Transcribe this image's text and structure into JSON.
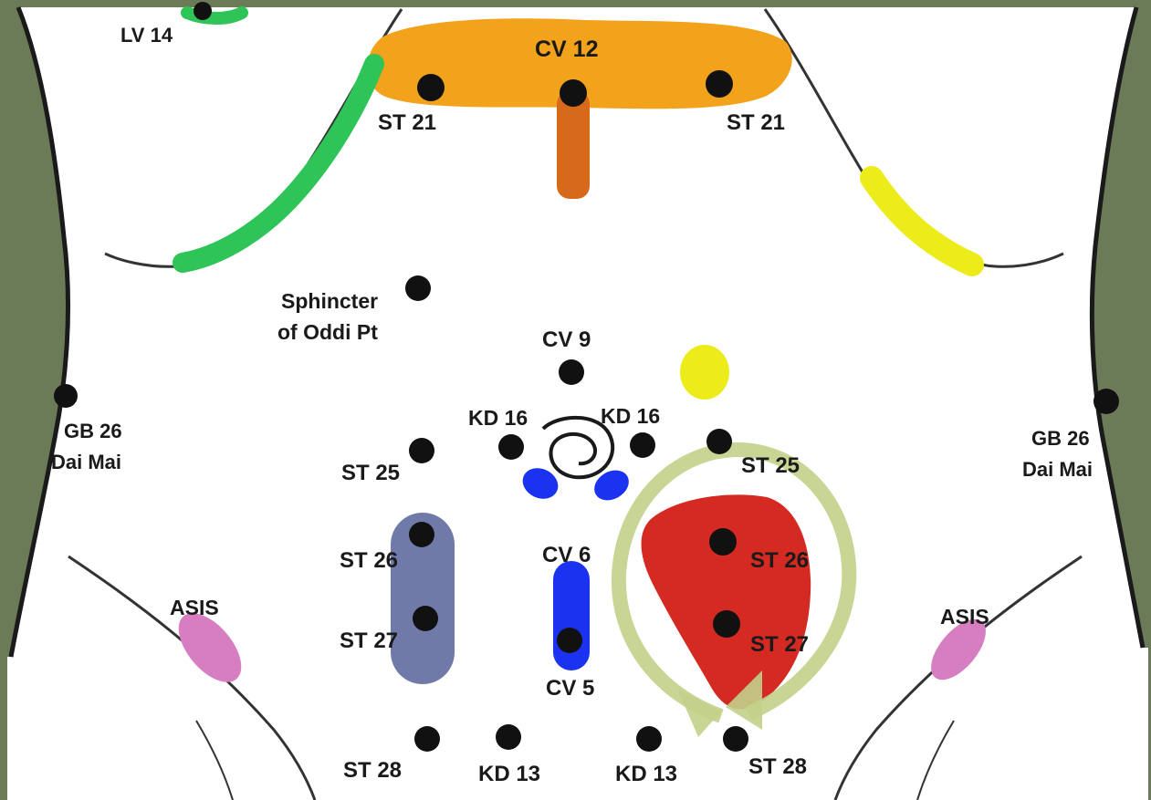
{
  "colors": {
    "frame": "#6b7a57",
    "body": "#ffffff",
    "outline": "#1a1a1a",
    "orange_zone": "#f3a21c",
    "orange_bar": "#d66a1a",
    "green_zone": "#2fc457",
    "yellow_zone": "#ecec1a",
    "blue_zone": "#1b33f0",
    "slate_zone": "#6f7aa8",
    "red_zone": "#d42a22",
    "pink_zone": "#d77ec2",
    "arrow": "#c3d08a",
    "point": "#111111"
  },
  "labels": {
    "lv14": "LV 14",
    "cv12": "CV 12",
    "st21_left": "ST 21",
    "st21_right": "ST 21",
    "sphincter_line1": "Sphincter",
    "sphincter_line2": "of Oddi Pt",
    "cv9": "CV 9",
    "kd16_left": "KD 16",
    "kd16_right": "KD 16",
    "gb26_left_line1": "GB 26",
    "gb26_left_line2": "Dai Mai",
    "gb26_right_line1": "GB 26",
    "gb26_right_line2": "Dai Mai",
    "st25_left": "ST 25",
    "st25_right": "ST 25",
    "st26_left": "ST 26",
    "st26_right": "ST 26",
    "cv6": "CV 6",
    "asis_left": "ASIS",
    "asis_right": "ASIS",
    "st27_left": "ST 27",
    "st27_right": "ST 27",
    "cv5": "CV 5",
    "st28_left": "ST 28",
    "kd13_left": "KD 13",
    "kd13_right": "KD 13",
    "st28_right": "ST 28"
  }
}
